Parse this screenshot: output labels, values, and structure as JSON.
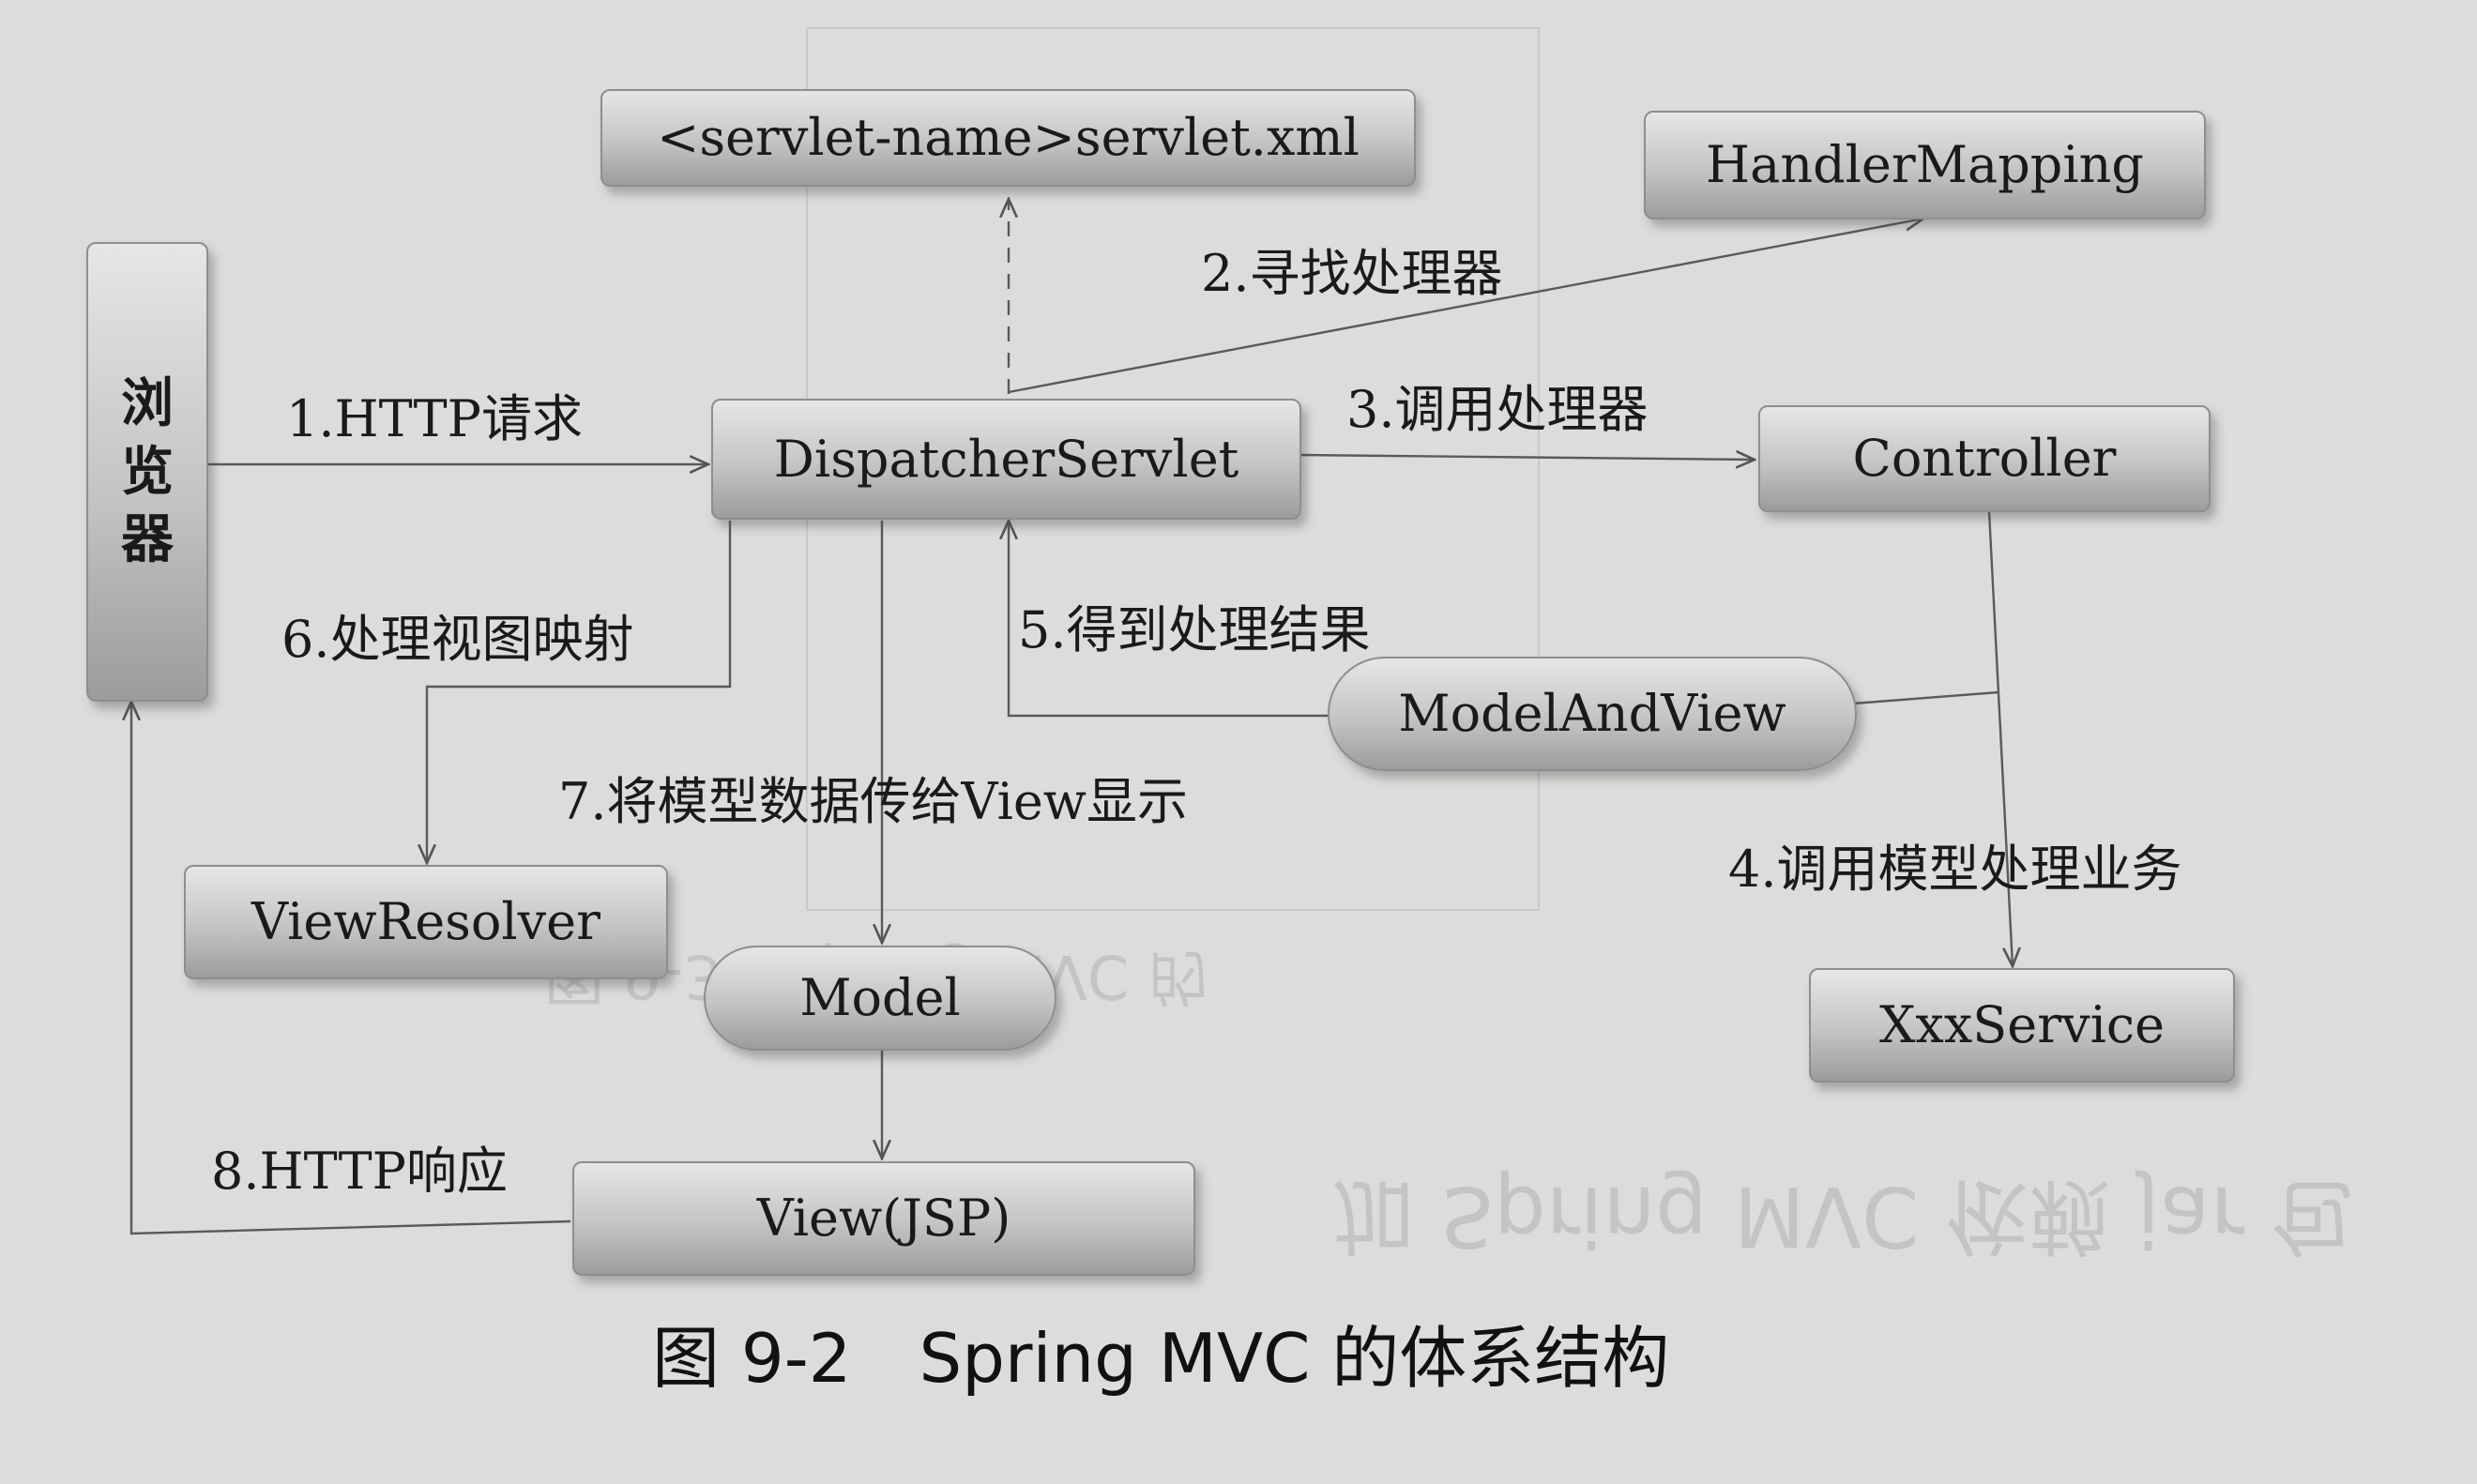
{
  "nodes": {
    "servlet_xml": "<servlet-name>servlet.xml",
    "handler_mapping": "HandlerMapping",
    "browser": [
      "浏",
      "览",
      "器"
    ],
    "dispatcher_servlet": "DispatcherServlet",
    "controller": "Controller",
    "model_and_view": "ModelAndView",
    "view_resolver": "ViewResolver",
    "model": "Model",
    "xxx_service": "XxxService",
    "view_jsp": "View(JSP)"
  },
  "edges": {
    "step1": "1.HTTP请求",
    "step2": "2.寻找处理器",
    "step3": "3.调用处理器",
    "step4": "4.调用模型处理业务",
    "step5": "5.得到处理结果",
    "step6": "6.处理视图映射",
    "step7": "7.将模型数据传给View显示",
    "step8": "8.HTTP响应"
  },
  "caption": "图 9-2　Spring MVC 的体系结构",
  "bleed_through": {
    "line1": "图 9-3　Spring MVC 的",
    "line2": "加 Spring MVC 依赖 jar 包"
  },
  "colors": {
    "page": "#dcdcda",
    "box_top": "#e6e6e4",
    "box_bottom": "#9c9c9a",
    "line": "#555555"
  }
}
